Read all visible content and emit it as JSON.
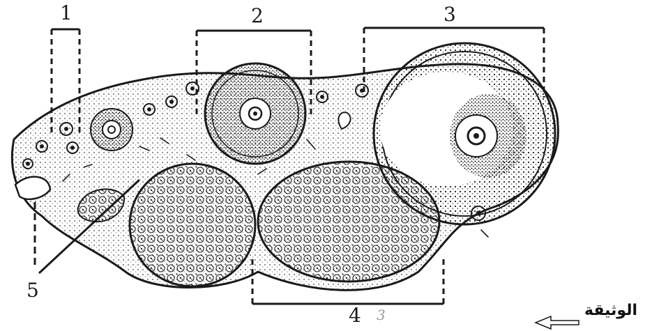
{
  "labels": {
    "l1": "1",
    "l2": "2",
    "l3": "3",
    "l4": "4",
    "l5": "5",
    "stray": "3"
  },
  "caption": "الوثيقة",
  "colors": {
    "ink": "#1a1a1a",
    "paper": "#ffffff"
  }
}
